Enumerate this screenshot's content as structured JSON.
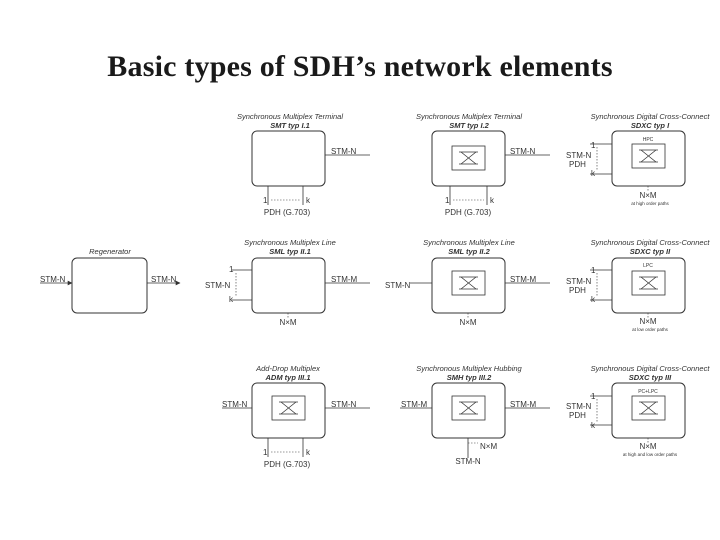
{
  "title": "Basic types of SDH’s network elements",
  "elements": [
    {
      "id": "smt1",
      "caption": "Synchronous Multiplex Terminal",
      "type": "SMT typ I.1",
      "labels": {
        "right": "STM-N",
        "bottom_1": "1",
        "bottom_k": "k",
        "bottom": "PDH (G.703)"
      }
    },
    {
      "id": "smt2",
      "caption": "Synchronous Multiplex Terminal",
      "type": "SMT typ I.2",
      "labels": {
        "right": "STM-N",
        "bottom_1": "1",
        "bottom_k": "k",
        "bottom": "PDH (G.703)"
      }
    },
    {
      "id": "sdxc1",
      "caption": "Synchronous Digital Cross-Connect",
      "type": "SDXC typ I",
      "labels": {
        "inner": "HPC",
        "left_1": "1",
        "left_k": "k",
        "left_a": "STM-N",
        "left_b": "PDH",
        "bottom": "N×M",
        "note": "at high order paths"
      }
    },
    {
      "id": "regen",
      "caption": "Regenerator",
      "labels": {
        "left": "STM-N",
        "right": "STM-N"
      }
    },
    {
      "id": "sml1",
      "caption": "Synchronous Multiplex Line",
      "type": "SML typ II.1",
      "labels": {
        "left_1": "1",
        "left_k": "k",
        "left": "STM-N",
        "right": "STM-M",
        "bottom": "N×M"
      }
    },
    {
      "id": "sml2",
      "caption": "Synchronous Multiplex Line",
      "type": "SML typ II.2",
      "labels": {
        "left": "STM-N",
        "right": "STM-M",
        "bottom": "N×M"
      }
    },
    {
      "id": "sdxc2",
      "caption": "Synchronous Digital Cross-Connect",
      "type": "SDXC typ II",
      "labels": {
        "inner": "LPC",
        "left_1": "1",
        "left_k": "k",
        "left_a": "STM-N",
        "left_b": "PDH",
        "bottom": "N×M",
        "note": "at low order paths"
      }
    },
    {
      "id": "adm",
      "caption": "Add-Drop Multiplex",
      "type": "ADM typ III.1",
      "labels": {
        "left": "STM-N",
        "right": "STM-N",
        "bottom_1": "1",
        "bottom_k": "k",
        "bottom": "PDH (G.703)"
      }
    },
    {
      "id": "smh",
      "caption": "Synchronous Multiplex Hubbing",
      "type": "SMH typ III.2",
      "labels": {
        "left": "STM-M",
        "right": "STM-M",
        "bottom_right": "N×M",
        "bottom": "STM-N"
      }
    },
    {
      "id": "sdxc3",
      "caption": "Synchronous Digital Cross-Connect",
      "type": "SDXC typ III",
      "labels": {
        "inner": "PC+LPC",
        "left_1": "1",
        "left_k": "k",
        "left_a": "STM-N",
        "left_b": "PDH",
        "bottom": "N×M",
        "note": "at high and low order paths"
      }
    }
  ]
}
